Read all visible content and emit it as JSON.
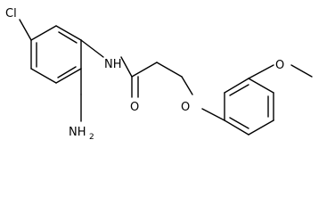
{
  "molecule": {
    "atoms": {
      "chlorine": "Cl",
      "amide_nh": "NH",
      "amine_nh": "NH",
      "amine_subscript": "2",
      "carbonyl_o": "O",
      "ether_o": "O",
      "methoxy_o": "O"
    },
    "colors": {
      "bond": "#000000",
      "label": "#000000",
      "background": "#ffffff"
    }
  }
}
